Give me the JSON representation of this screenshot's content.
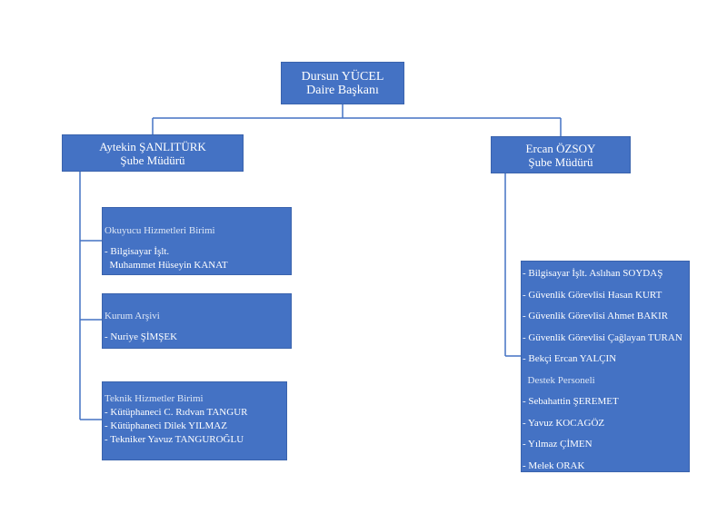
{
  "top": {
    "name": "Dursun YÜCEL",
    "title": "Daire Başkanı"
  },
  "left": {
    "name": "Aytekin ŞANLITÜRK",
    "title": "Şube Müdürü"
  },
  "right": {
    "name": "Ercan ÖZSOY",
    "title": "Şube Müdürü"
  },
  "okuyucu": {
    "header": "Okuyucu Hizmetleri Birimi",
    "line1": "- Bilgisayar İşlt.",
    "line2": "  Muhammet Hüseyin KANAT"
  },
  "arsiv": {
    "header": "Kurum Arşivi",
    "line1": "- Nuriye ŞİMŞEK"
  },
  "teknik": {
    "header": "Teknik Hizmetler Birimi",
    "items": [
      "- Kütüphaneci C. Rıdvan TANGUR",
      "- Kütüphaneci Dilek YILMAZ",
      "- Tekniker Yavuz TANGUROĞLU"
    ]
  },
  "destek": {
    "items_before": [
      "- Bilgisayar İşlt. Aslıhan SOYDAŞ",
      "- Güvenlik Görevlisi Hasan KURT",
      "- Güvenlik Görevlisi Ahmet BAKIR",
      "- Güvenlik Görevlisi Çağlayan TURAN",
      "- Bekçi Ercan YALÇIN"
    ],
    "header": "  Destek Personeli",
    "items_after": [
      "- Sebahattin ŞEREMET",
      "- Yavuz KOCAGÖZ",
      "- Yılmaz ÇİMEN",
      "- Melek ORAK"
    ]
  },
  "colors": {
    "box_fill": "#4472c4",
    "box_border": "#3a63ad",
    "connector": "#4472c4"
  }
}
